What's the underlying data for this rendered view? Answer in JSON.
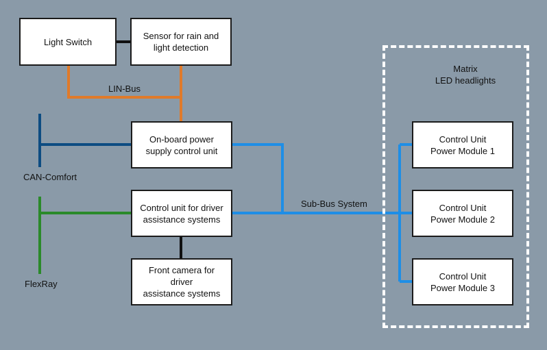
{
  "boxes": {
    "light_switch": "Light Switch",
    "sensor": "Sensor for rain and\nlight detection",
    "onboard": "On-board power\nsupply control unit",
    "driver_assist": "Control unit for driver\nassistance systems",
    "front_camera": "Front camera for driver\nassistance systems",
    "pm1": "Control Unit\nPower Module 1",
    "pm2": "Control Unit\nPower Module 2",
    "pm3": "Control Unit\nPower Module 3"
  },
  "labels": {
    "lin_bus": "LIN-Bus",
    "can_comfort": "CAN-Comfort",
    "flexray": "FlexRay",
    "sub_bus": "Sub-Bus System",
    "matrix": "Matrix\nLED headlights"
  },
  "colors": {
    "background": "#8a9aa8",
    "lin_bus": "#e07a2a",
    "can_comfort": "#0d4c82",
    "flexray": "#2a8a2a",
    "sub_bus": "#1e8ee6",
    "connector": "#111111"
  }
}
